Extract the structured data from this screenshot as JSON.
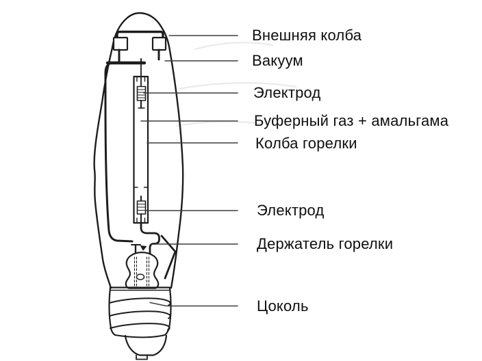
{
  "diagram": {
    "subject_labels": [
      {
        "text": "Внешняя колба"
      },
      {
        "text": "Вакуум"
      },
      {
        "text": "Электрод"
      },
      {
        "text": "Буферный газ + амальгама"
      },
      {
        "text": "Колба горелки"
      },
      {
        "text": "Электрод"
      },
      {
        "text": "Держатель горелки"
      },
      {
        "text": "Цоколь"
      }
    ],
    "colors": {
      "ink": "#1d1d1d",
      "leader_line": "#3d3d3d",
      "text": "#0f0f0f",
      "background": "#ffffff",
      "watermark": "#eaeaea"
    }
  }
}
